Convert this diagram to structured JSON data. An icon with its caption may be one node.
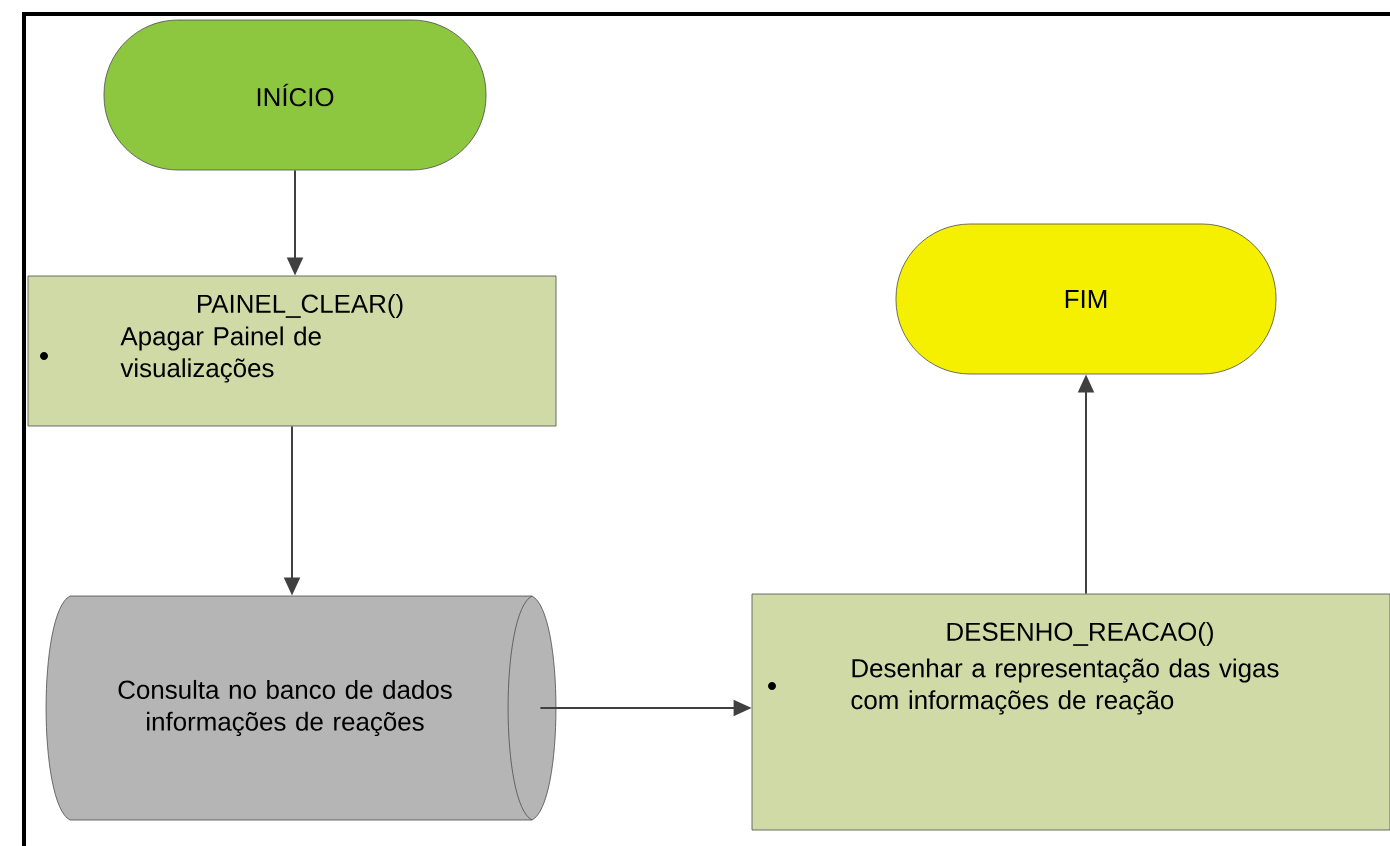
{
  "diagram": {
    "nodes": [
      {
        "text": [
          "INÍCIO"
        ]
      },
      {
        "text": [
          "PAINEL_CLEAR()",
          "Apagar Painel de visualizações"
        ]
      },
      {
        "text": [
          "Consulta no banco de dados informações de reações"
        ]
      },
      {
        "text": [
          "DESENHO_REACAO()",
          "Desenhar a representação das vigas com informações de reação"
        ]
      },
      {
        "text": [
          "FIM"
        ]
      }
    ],
    "edges": [
      {
        "from": 0,
        "to": 1,
        "arrow": "to"
      },
      {
        "from": 1,
        "to": 2,
        "arrow": "to"
      },
      {
        "from": 2,
        "to": 3,
        "arrow": "to"
      },
      {
        "from": 3,
        "to": 4,
        "arrow": "to"
      }
    ]
  }
}
